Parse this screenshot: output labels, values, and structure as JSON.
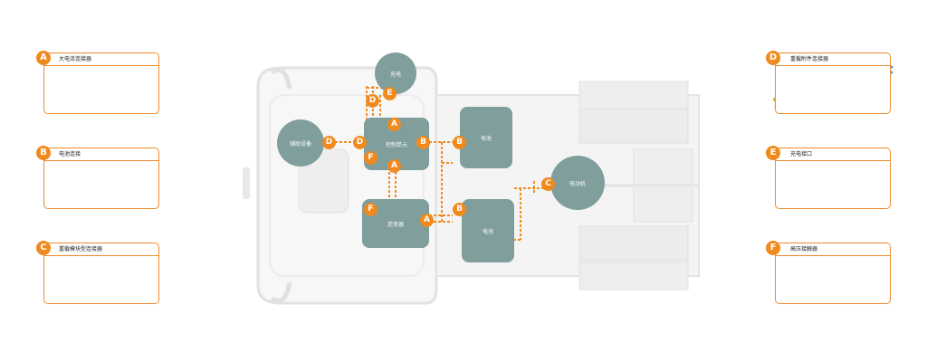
{
  "colors": {
    "accent": "#f08a1e",
    "node": "#7f9e9c",
    "vehicle": "#e6e6e6"
  },
  "left_panels": [
    {
      "letter": "A",
      "title": "大电流连接器"
    },
    {
      "letter": "B",
      "title": "电池连接"
    },
    {
      "letter": "C",
      "title": "重载模块型连接器"
    }
  ],
  "right_panels": [
    {
      "letter": "D",
      "title": "重载附件连接器"
    },
    {
      "letter": "E",
      "title": "充电接口"
    },
    {
      "letter": "F",
      "title": "高压接触器"
    }
  ],
  "diagram": {
    "charging": "充电",
    "aux": "辅助设备",
    "control": "控制单元",
    "inverter": "逆变器",
    "battery1": "电池",
    "battery2": "电池",
    "motor": "电动机"
  },
  "badges": {
    "D1": "D",
    "E1": "E",
    "A1": "A",
    "D2": "D",
    "D3": "D",
    "B1": "B",
    "F1": "F",
    "A2": "A",
    "B2": "B",
    "F2": "F",
    "A3": "A",
    "B3": "B",
    "C1": "C"
  }
}
